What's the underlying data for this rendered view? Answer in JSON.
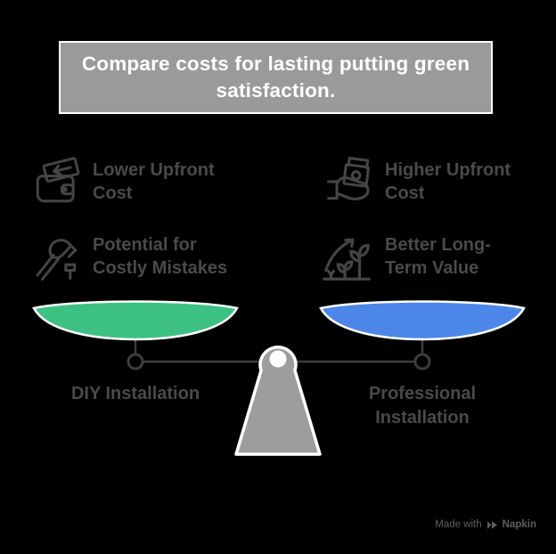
{
  "title": {
    "line1": "Compare costs for lasting putting green",
    "line2": "satisfaction."
  },
  "features": {
    "left": [
      {
        "icon": "wallet-cash-icon",
        "line1": "Lower Upfront",
        "line2": "Cost"
      },
      {
        "icon": "hammer-nail-icon",
        "line1": "Potential for",
        "line2": "Costly Mistakes"
      }
    ],
    "right": [
      {
        "icon": "cash-in-hand-icon",
        "line1": "Higher Upfront",
        "line2": "Cost"
      },
      {
        "icon": "plant-growth-icon",
        "line1": "Better Long-",
        "line2": "Term Value"
      }
    ]
  },
  "scale": {
    "left_pan": {
      "label": "DIY Installation",
      "color": "#3cc183"
    },
    "right_pan": {
      "label_line1": "Professional",
      "label_line2": "Installation",
      "color": "#4c86e8"
    }
  },
  "colors": {
    "background": "#000000",
    "title_box_fill": "#9a9a9a",
    "title_box_border": "#ffffff",
    "title_text": "#ffffff",
    "body_text": "#4a4a4a",
    "icon_stroke": "#454545",
    "beam": "#3d3d3d",
    "fulcrum_fill": "#9d9d9d",
    "pan_outline": "#ffffff",
    "watermark_text": "#5f5f5f"
  },
  "watermark": {
    "prefix": "Made with",
    "brand": "Napkin"
  }
}
